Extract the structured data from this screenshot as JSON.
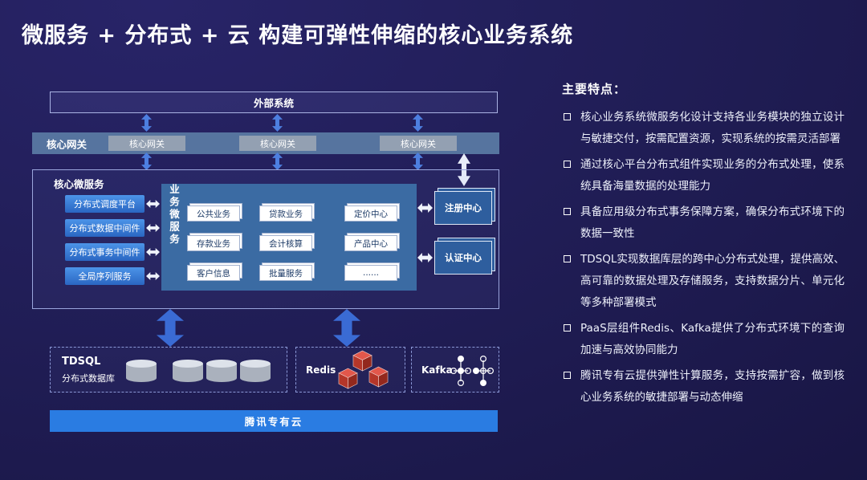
{
  "title": "微服务 + 分布式 + 云 构建可弹性伸缩的核心业务系统",
  "diagram": {
    "external_system": "外部系统",
    "gateway_band_label": "核心网关",
    "gateways": [
      "核心网关",
      "核心网关",
      "核心网关"
    ],
    "core_label": "核心微服务",
    "middleware": [
      "分布式调度平台",
      "分布式数据中间件",
      "分布式事务中间件",
      "全局序列服务"
    ],
    "business_vertical_label": "业务微服务",
    "services": [
      "公共业务",
      "贷款业务",
      "定价中心",
      "存款业务",
      "会计核算",
      "产品中心",
      "客户信息",
      "批量服务",
      "......"
    ],
    "registry_center": "注册中心",
    "auth_center": "认证中心",
    "data_layer": {
      "tdsql_title": "TDSQL",
      "tdsql_subtitle": "分布式数据库",
      "redis_label": "Redis",
      "kafka_label": "Kafka"
    },
    "cloud_bar": "腾讯专有云"
  },
  "features": {
    "heading": "主要特点：",
    "items": [
      "核心业务系统微服务化设计支持各业务模块的独立设计与敏捷交付，按需配置资源，实现系统的按需灵活部署",
      "通过核心平台分布式组件实现业务的分布式处理，使系统具备海量数据的处理能力",
      "具备应用级分布式事务保障方案，确保分布式环境下的数据一致性",
      "TDSQL实现数据库层的跨中心分布式处理，提供高效、高可靠的数据处理及存储服务，支持数据分片、单元化等多种部署模式",
      "PaaS层组件Redis、Kafka提供了分布式环境下的查询加速与高效协同能力",
      "腾讯专有云提供弹性计算服务，支持按需扩容，做到核心业务系统的敏捷部署与动态伸缩"
    ]
  },
  "colors": {
    "background": "#201d55",
    "cloud_bar_blue": "#2a7ce2",
    "business_box_blue": "#3b6ba3",
    "gateway_band_blue": "#56749f",
    "arrow_blue": "#3a6bd4",
    "redis_red": "#c0392b"
  }
}
